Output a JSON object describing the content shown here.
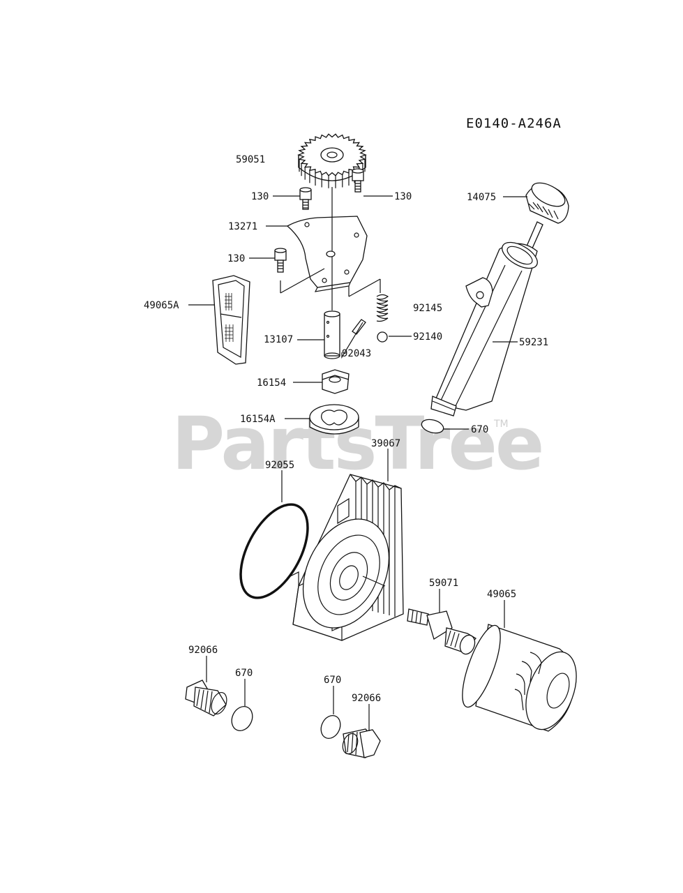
{
  "diagram": {
    "code": "E0140-A246A",
    "watermark": "PartsTree",
    "watermark_tm": "TM",
    "labels": {
      "p59051": "59051",
      "p130a": "130",
      "p130b": "130",
      "p130c": "130",
      "p13271": "13271",
      "p49065A": "49065A",
      "p92145": "92145",
      "p13107": "13107",
      "p92043": "92043",
      "p92140": "92140",
      "p16154": "16154",
      "p16154A": "16154A",
      "p14075": "14075",
      "p59231": "59231",
      "p670a": "670",
      "p39067": "39067",
      "p92055": "92055",
      "p59071": "59071",
      "p49065": "49065",
      "p92066a": "92066",
      "p670b": "670",
      "p670c": "670",
      "p92066b": "92066"
    }
  }
}
